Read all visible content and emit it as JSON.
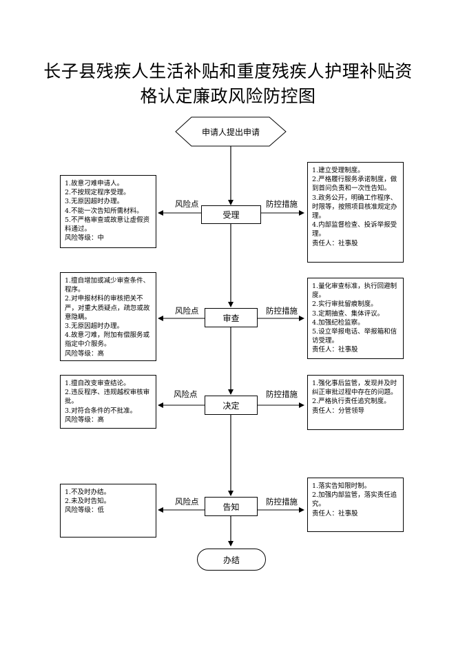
{
  "title": {
    "line1": "长子县残疾人生活补贴和重度残疾人护理补贴资",
    "line2": "格认定廉政风险防控图"
  },
  "start": "申请人提出申请",
  "end": "办结",
  "risk_label": "风险点",
  "measure_label": "防控措施",
  "stages": [
    {
      "name": "受理",
      "risk": "1.故意刁难申请人。\n2.不按规定程序受理。\n3.无原因超时办理。\n4.不能一次告知所需材料。\n5.不严格审查或故意让虚假资料通过。\n风险等级：中",
      "measure": "1.建立受理制度。\n2.严格履行服务承诺制度，做到首问负责和一次性告知。\n3.政务公开，明确工作程序、时限等，按照项目核准规定办理。\n4.内部监督检查、投诉举报受理。\n责任人：社事股"
    },
    {
      "name": "审查",
      "risk": "1.擅自增加或减少审查条件、程序。\n2.对申报材料的审核把关不严，对重大质疑点，疏忽或故意隐瞒。\n3.无原因超时办理。\n4.故意刁难，附加有偿服务或指定中介服务。\n风险等级：高",
      "measure": "1.量化审查标准，执行回避制度。\n2.实行审批留痕制度。\n3.定期抽查、集体评议。\n4.加强纪检监察。\n5.设立举报电话、举报箱和信访受理。\n责任人：社事股"
    },
    {
      "name": "决定",
      "risk": "1.擅自改变审查结论。\n2.违反程序、违规越权审核审批。\n3.对符合条件的不批准。\n风险等级：高",
      "measure": "1.强化事后监管，发现并及时纠正审批过程中存在的问题。\n2.严格执行责任追究制度。\n责任人：分管领导"
    },
    {
      "name": "告知",
      "risk": "1.不及时办结。\n2.未及时告知。\n风险等级：低",
      "measure": "1.落实告知限时制。\n2.加强内部监管，落实责任追究。\n责任人：社事股"
    }
  ]
}
